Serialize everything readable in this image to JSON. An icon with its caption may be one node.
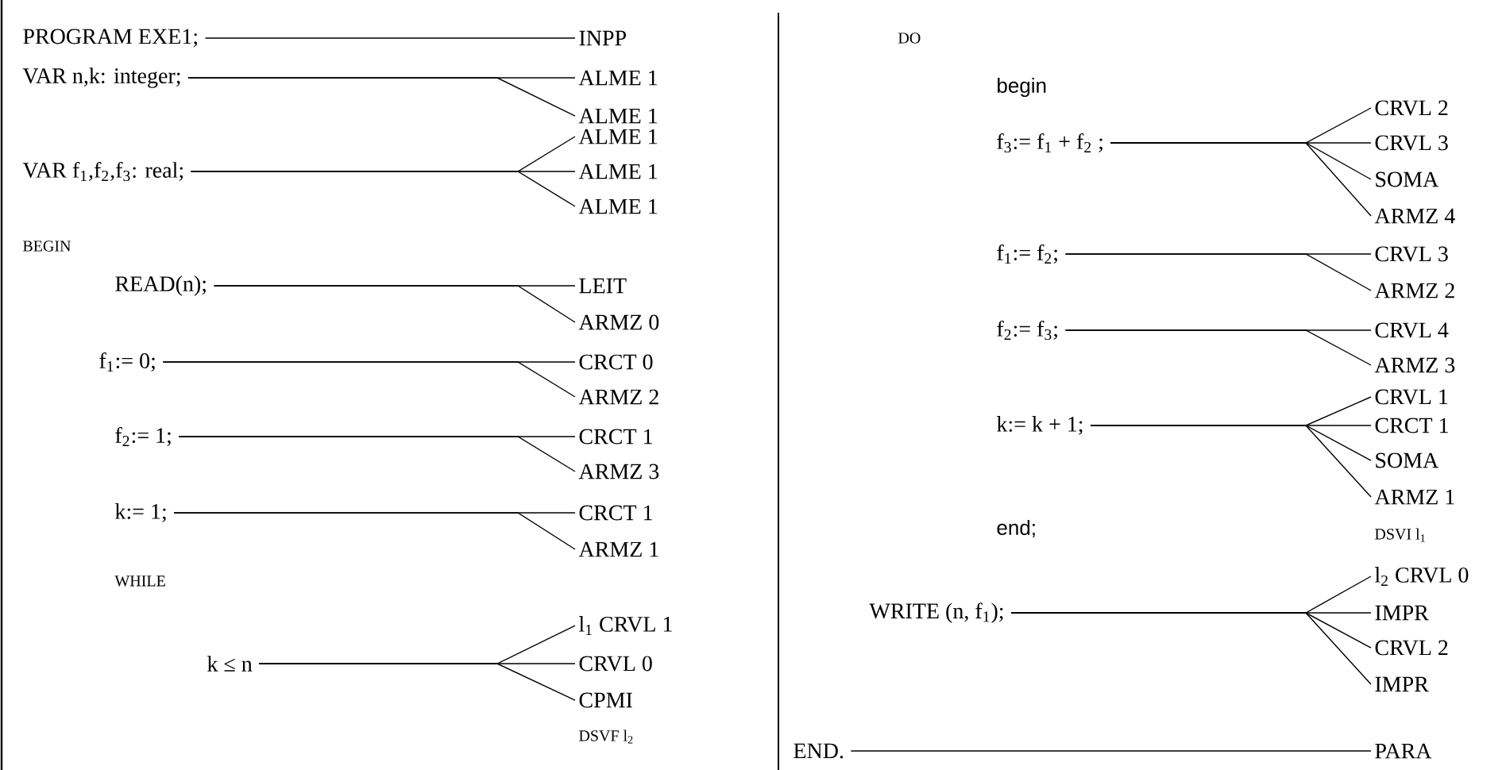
{
  "diagram": {
    "nodes": [
      {
        "text": [
          "PROGRAM EXE1;"
        ]
      },
      {
        "text": [
          "INPP"
        ]
      },
      {
        "text": [
          "VAR n,k: integer;"
        ]
      },
      {
        "text": [
          "ALME 1"
        ]
      },
      {
        "text": [
          "ALME 1"
        ]
      },
      {
        "text": [
          "VAR f$_{1}$,f$_{2}$,f$_{3}$: real;"
        ]
      },
      {
        "text": [
          "ALME 1"
        ]
      },
      {
        "text": [
          "ALME 1"
        ]
      },
      {
        "text": [
          "ALME 1"
        ]
      },
      {
        "text": [
          "READ(n);"
        ]
      },
      {
        "text": [
          "LEIT"
        ]
      },
      {
        "text": [
          "ARMZ 0"
        ]
      },
      {
        "text": [
          "f$_{1}$:= 0;"
        ]
      },
      {
        "text": [
          "CRCT 0"
        ]
      },
      {
        "text": [
          "ARMZ 2"
        ]
      },
      {
        "text": [
          "f$_{2}$:= 1;"
        ]
      },
      {
        "text": [
          "CRCT 1"
        ]
      },
      {
        "text": [
          "ARMZ 3"
        ]
      },
      {
        "text": [
          "k:= 1;"
        ]
      },
      {
        "text": [
          "CRCT 1"
        ]
      },
      {
        "text": [
          "ARMZ 1"
        ]
      },
      {
        "text": [
          "k ≤ n"
        ]
      },
      {
        "text": [
          "l$_{1}$ CRVL 1"
        ]
      },
      {
        "text": [
          "CRVL 0"
        ]
      },
      {
        "text": [
          "CPMI"
        ]
      },
      {
        "text": [
          "f$_{3}$:= f$_{1}$ + f$_{2}$ ;"
        ]
      },
      {
        "text": [
          "CRVL 2"
        ]
      },
      {
        "text": [
          "CRVL 3"
        ]
      },
      {
        "text": [
          "SOMA"
        ]
      },
      {
        "text": [
          "ARMZ 4"
        ]
      },
      {
        "text": [
          "f$_{1}$:= f$_{2}$;"
        ]
      },
      {
        "text": [
          "CRVL 3"
        ]
      },
      {
        "text": [
          "ARMZ 2"
        ]
      },
      {
        "text": [
          "f$_{2}$:= f$_{3}$;"
        ]
      },
      {
        "text": [
          "CRVL 4"
        ]
      },
      {
        "text": [
          "ARMZ 3"
        ]
      },
      {
        "text": [
          "k:= k + 1;"
        ]
      },
      {
        "text": [
          "CRVL 1"
        ]
      },
      {
        "text": [
          "CRCT 1"
        ]
      },
      {
        "text": [
          "SOMA"
        ]
      },
      {
        "text": [
          "ARMZ 1"
        ]
      },
      {
        "text": [
          "WRITE (n, f$_{1}$);"
        ]
      },
      {
        "text": [
          "l$_{2}$ CRVL 0"
        ]
      },
      {
        "text": [
          "IMPR"
        ]
      },
      {
        "text": [
          "CRVL 2"
        ]
      },
      {
        "text": [
          "IMPR"
        ]
      },
      {
        "text": [
          "END."
        ]
      },
      {
        "text": [
          "PARA"
        ]
      }
    ],
    "edges": [
      {
        "from": 0,
        "to": 1,
        "arrow": "none"
      },
      {
        "from": 2,
        "to": 3,
        "arrow": "none"
      },
      {
        "from": 2,
        "to": 4,
        "arrow": "none"
      },
      {
        "from": 5,
        "to": 6,
        "arrow": "none"
      },
      {
        "from": 5,
        "to": 7,
        "arrow": "none"
      },
      {
        "from": 5,
        "to": 8,
        "arrow": "none"
      },
      {
        "from": 9,
        "to": 10,
        "arrow": "none"
      },
      {
        "from": 9,
        "to": 11,
        "arrow": "none"
      },
      {
        "from": 12,
        "to": 13,
        "arrow": "none"
      },
      {
        "from": 12,
        "to": 14,
        "arrow": "none"
      },
      {
        "from": 15,
        "to": 16,
        "arrow": "none"
      },
      {
        "from": 15,
        "to": 17,
        "arrow": "none"
      },
      {
        "from": 18,
        "to": 19,
        "arrow": "none"
      },
      {
        "from": 18,
        "to": 20,
        "arrow": "none"
      },
      {
        "from": 21,
        "to": 22,
        "arrow": "none"
      },
      {
        "from": 21,
        "to": 23,
        "arrow": "none"
      },
      {
        "from": 21,
        "to": 24,
        "arrow": "none"
      },
      {
        "from": 25,
        "to": 26,
        "arrow": "none"
      },
      {
        "from": 25,
        "to": 27,
        "arrow": "none"
      },
      {
        "from": 25,
        "to": 28,
        "arrow": "none"
      },
      {
        "from": 25,
        "to": 29,
        "arrow": "none"
      },
      {
        "from": 30,
        "to": 31,
        "arrow": "none"
      },
      {
        "from": 30,
        "to": 32,
        "arrow": "none"
      },
      {
        "from": 33,
        "to": 34,
        "arrow": "none"
      },
      {
        "from": 33,
        "to": 35,
        "arrow": "none"
      },
      {
        "from": 36,
        "to": 37,
        "arrow": "none"
      },
      {
        "from": 36,
        "to": 38,
        "arrow": "none"
      },
      {
        "from": 36,
        "to": 39,
        "arrow": "none"
      },
      {
        "from": 36,
        "to": 40,
        "arrow": "none"
      },
      {
        "from": 41,
        "to": 42,
        "arrow": "none"
      },
      {
        "from": 41,
        "to": 43,
        "arrow": "none"
      },
      {
        "from": 41,
        "to": 44,
        "arrow": "none"
      },
      {
        "from": 41,
        "to": 45,
        "arrow": "none"
      },
      {
        "from": 46,
        "to": 47,
        "arrow": "none"
      }
    ],
    "labels": [
      "BEGIN",
      "WHILE",
      "DSVF l$_{2}$",
      "DO",
      "begin",
      "end;",
      "DSVI l$_{1}$"
    ]
  }
}
